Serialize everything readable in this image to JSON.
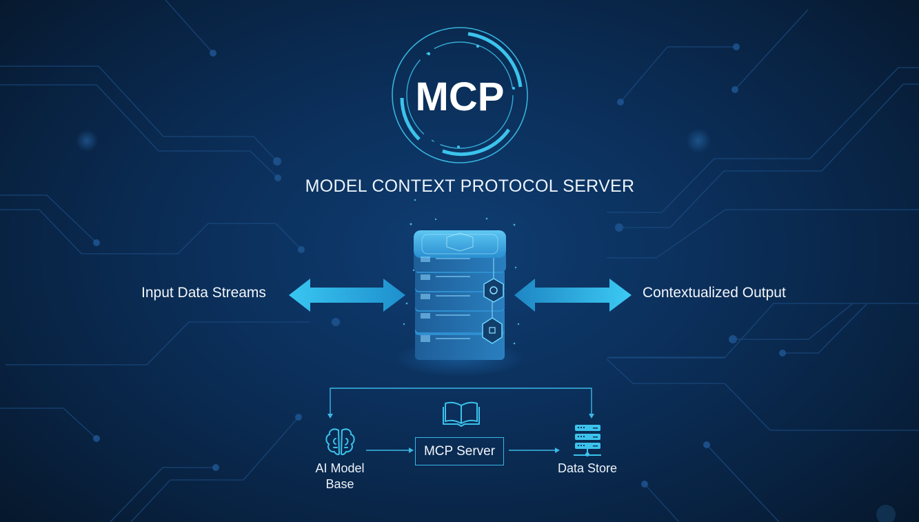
{
  "logo": {
    "text": "MCP"
  },
  "title": "MODEL CONTEXT PROTOCOL SERVER",
  "flow": {
    "left_label": "Input Data Streams",
    "right_label": "Contextualized Output"
  },
  "diagram": {
    "nodes": [
      {
        "id": "ai-model",
        "label_line1": "AI Model",
        "label_line2": "Base",
        "icon": "brain-icon"
      },
      {
        "id": "mcp-server",
        "label": "MCP Server",
        "icon": "book-icon"
      },
      {
        "id": "data-store",
        "label": "Data Store",
        "icon": "database-server-icon"
      }
    ],
    "edges": [
      {
        "from": "ai-model",
        "to": "mcp-server"
      },
      {
        "from": "mcp-server",
        "to": "data-store"
      },
      {
        "from": "top-connector",
        "to": "ai-model"
      },
      {
        "from": "top-connector",
        "to": "data-store"
      }
    ]
  },
  "colors": {
    "accent": "#3cc3ec",
    "arrow_light": "#39c6f1",
    "arrow_dark": "#1a86c4",
    "background": "#0b2f5a",
    "text": "#ffffff"
  }
}
